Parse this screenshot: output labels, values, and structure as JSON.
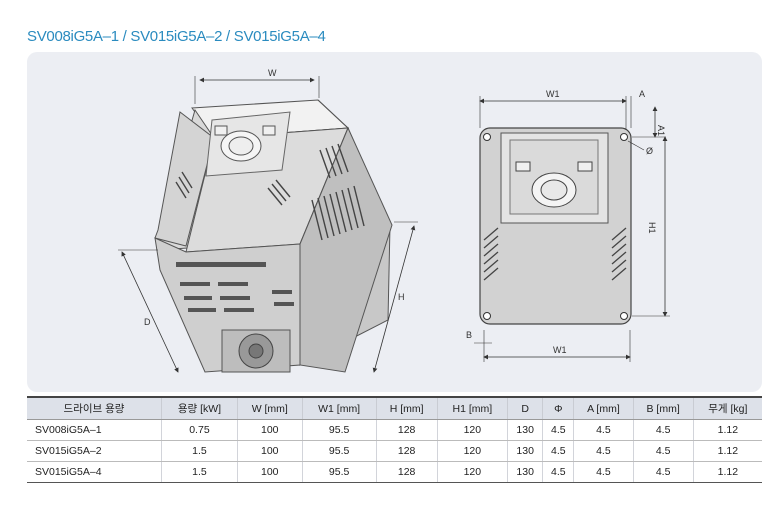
{
  "title": "SV008iG5A–1 / SV015iG5A–2 / SV015iG5A–4",
  "drawing_labels": {
    "iso": {
      "w": "W",
      "d": "D",
      "h": "H"
    },
    "front": {
      "w1_top": "W1",
      "w1_bottom": "W1",
      "a": "A",
      "a1": "A1",
      "phi": "Ø",
      "h1": "H1",
      "b": "B"
    }
  },
  "table": {
    "headers": [
      "드라이브 용량",
      "용량 [kW]",
      "W [mm]",
      "W1 [mm]",
      "H [mm]",
      "H1 [mm]",
      "D",
      "Φ",
      "A [mm]",
      "B [mm]",
      "무게 [kg]"
    ],
    "rows": [
      [
        "SV008iG5A–1",
        "0.75",
        "100",
        "95.5",
        "128",
        "120",
        "130",
        "4.5",
        "4.5",
        "4.5",
        "1.12"
      ],
      [
        "SV015iG5A–2",
        "1.5",
        "100",
        "95.5",
        "128",
        "120",
        "130",
        "4.5",
        "4.5",
        "4.5",
        "1.12"
      ],
      [
        "SV015iG5A–4",
        "1.5",
        "100",
        "95.5",
        "128",
        "120",
        "130",
        "4.5",
        "4.5",
        "4.5",
        "1.12"
      ]
    ]
  }
}
